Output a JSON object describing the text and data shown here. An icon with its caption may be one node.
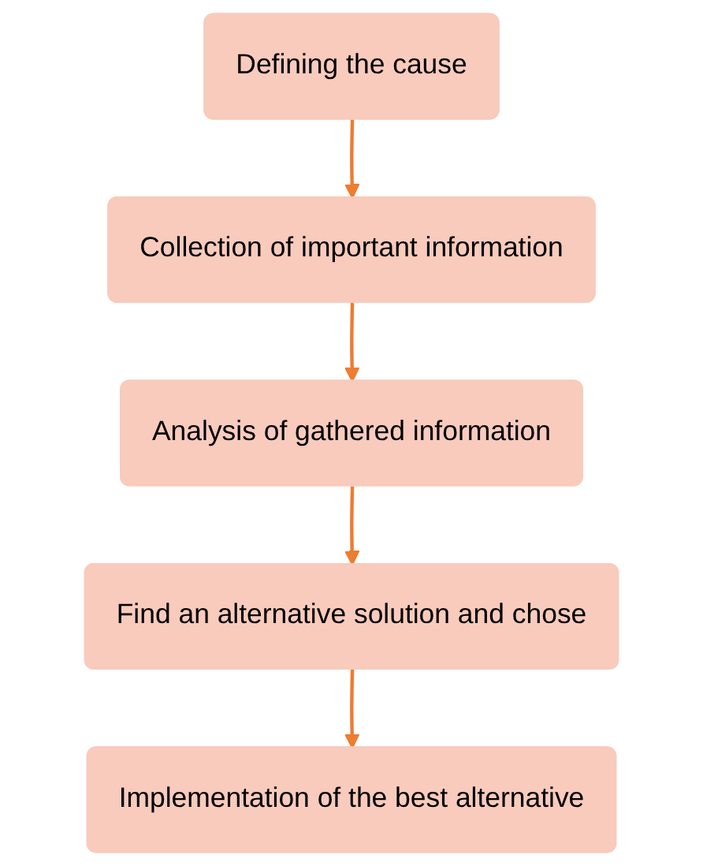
{
  "diagram": {
    "nodes": [
      {
        "text": [
          "Defining the cause"
        ]
      },
      {
        "text": [
          "Collection of important information"
        ]
      },
      {
        "text": [
          "Analysis of gathered information"
        ]
      },
      {
        "text": [
          "Find an alternative solution and chose"
        ]
      },
      {
        "text": [
          "Implementation of the best alternative"
        ]
      }
    ],
    "edges": [
      {
        "from": 0,
        "to": 1,
        "arrow": "to"
      },
      {
        "from": 1,
        "to": 2,
        "arrow": "to"
      },
      {
        "from": 2,
        "to": 3,
        "arrow": "to"
      },
      {
        "from": 3,
        "to": 4,
        "arrow": "to"
      }
    ]
  }
}
